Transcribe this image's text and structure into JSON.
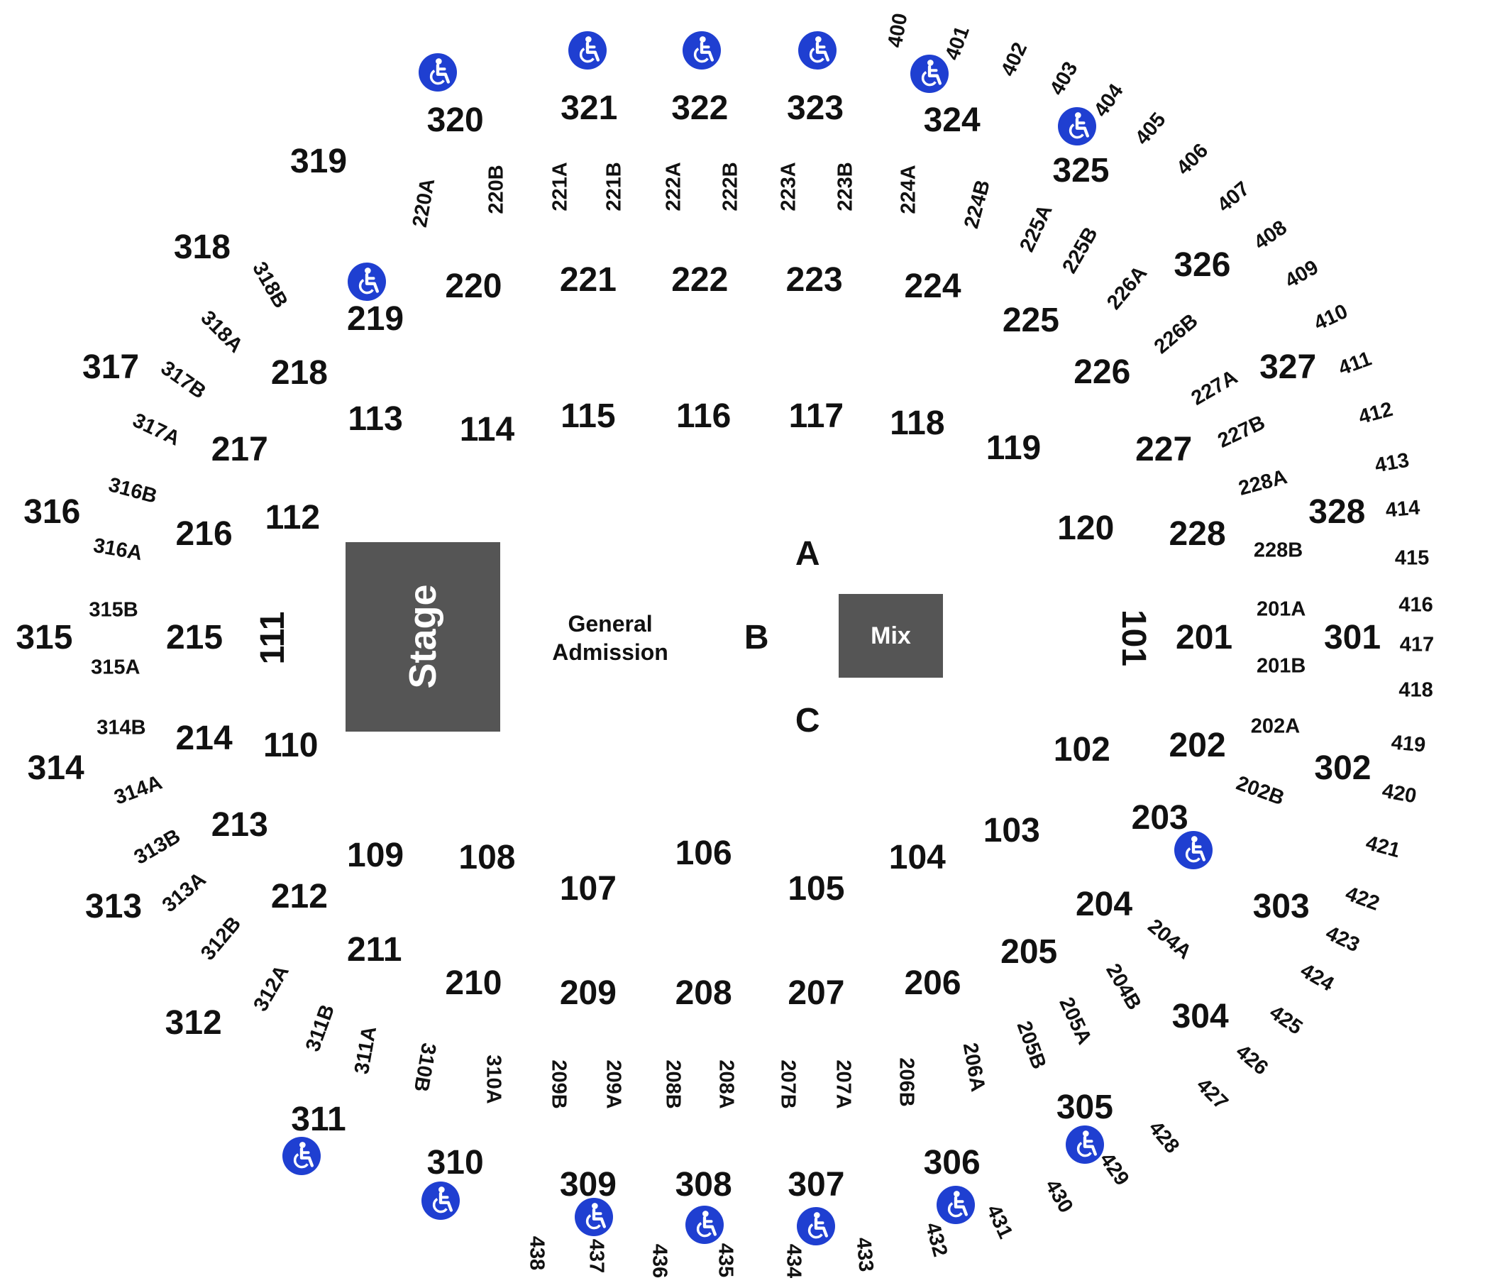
{
  "colors": {
    "background": "#ffffff",
    "text": "#111111",
    "block": "#555555",
    "block_text": "#ffffff",
    "accessible": "#1f3fd1"
  },
  "areas": {
    "stage_label": "Stage",
    "mix_label": "Mix",
    "ga_line1": "General",
    "ga_line2": "Admission",
    "sections": [
      "A",
      "B",
      "C"
    ]
  },
  "icon": "wheelchair-accessible-icon",
  "sections": [
    "101",
    "102",
    "103",
    "104",
    "105",
    "106",
    "107",
    "108",
    "109",
    "110",
    "111",
    "112",
    "113",
    "114",
    "115",
    "116",
    "117",
    "118",
    "119",
    "120",
    "201",
    "202",
    "203",
    "204",
    "205",
    "206",
    "207",
    "208",
    "209",
    "210",
    "211",
    "212",
    "213",
    "214",
    "215",
    "216",
    "217",
    "218",
    "219",
    "220",
    "221",
    "222",
    "223",
    "224",
    "225",
    "226",
    "227",
    "228",
    "301",
    "302",
    "303",
    "304",
    "305",
    "306",
    "307",
    "308",
    "309",
    "310",
    "311",
    "312",
    "313",
    "314",
    "315",
    "316",
    "317",
    "318",
    "319",
    "320",
    "321",
    "322",
    "323",
    "324",
    "325",
    "326",
    "327",
    "328",
    "201A",
    "201B",
    "202A",
    "202B",
    "204A",
    "204B",
    "205A",
    "205B",
    "206A",
    "206B",
    "207A",
    "207B",
    "208A",
    "208B",
    "209A",
    "209B",
    "220A",
    "220B",
    "221A",
    "221B",
    "222A",
    "222B",
    "223A",
    "223B",
    "224A",
    "224B",
    "225A",
    "225B",
    "226A",
    "226B",
    "227A",
    "227B",
    "228A",
    "228B",
    "310A",
    "310B",
    "311A",
    "311B",
    "312A",
    "312B",
    "313A",
    "313B",
    "314A",
    "314B",
    "315A",
    "315B",
    "316A",
    "316B",
    "317A",
    "317B",
    "318A",
    "318B",
    "400",
    "401",
    "402",
    "403",
    "404",
    "405",
    "406",
    "407",
    "408",
    "409",
    "410",
    "411",
    "412",
    "413",
    "414",
    "415",
    "416",
    "417",
    "418",
    "419",
    "420",
    "421",
    "422",
    "423",
    "424",
    "425",
    "426",
    "427",
    "428",
    "429",
    "430",
    "431",
    "432",
    "433",
    "434",
    "435",
    "436",
    "437",
    "438"
  ]
}
